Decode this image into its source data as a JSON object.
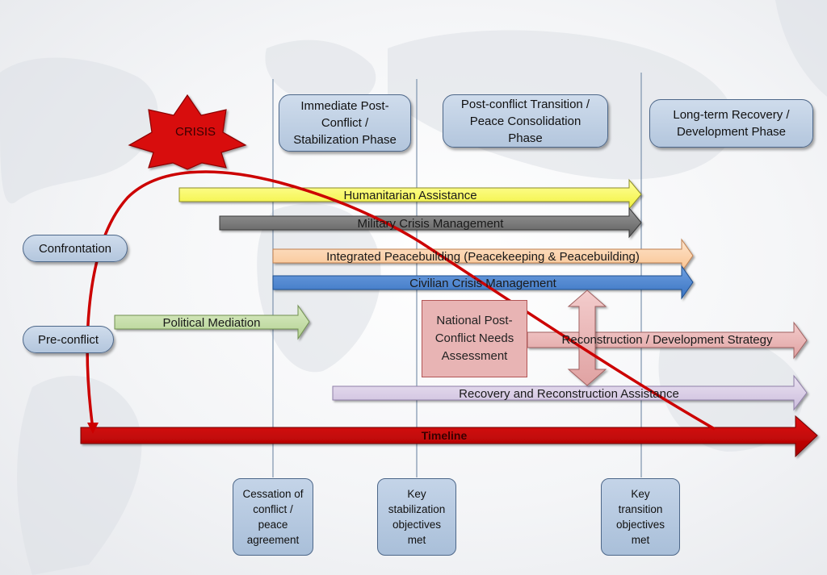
{
  "crisis": {
    "label": "CRISIS"
  },
  "phases": [
    {
      "label_lines": [
        "Immediate Post-",
        "Conflict /",
        "Stabilization Phase"
      ]
    },
    {
      "label_lines": [
        "Post-conflict Transition /",
        "Peace Consolidation",
        "Phase"
      ]
    },
    {
      "label_lines": [
        "Long-term Recovery /",
        "Development Phase"
      ]
    }
  ],
  "stages": [
    {
      "label": "Confrontation"
    },
    {
      "label": "Pre-conflict"
    }
  ],
  "arrows": [
    {
      "label": "Humanitarian Assistance",
      "color": "#ffff66"
    },
    {
      "label": "Military Crisis Management",
      "color": "#7f7f7f"
    },
    {
      "label": "Integrated Peacebuilding (Peacekeeping & Peacebuilding)",
      "color": "#fcd5b4"
    },
    {
      "label": "Civilian Crisis Management",
      "color": "#4f88d0"
    },
    {
      "label": "Political Mediation",
      "color": "#c3dba4"
    },
    {
      "label": "Reconstruction / Development Strategy",
      "color": "#e8b4b4"
    },
    {
      "label": "Recovery and Reconstruction Assistance",
      "color": "#d8cce4"
    }
  ],
  "needs_assessment": {
    "label_lines": [
      "National Post-",
      "Conflict Needs",
      "Assessment"
    ]
  },
  "timeline": {
    "label": "Timeline",
    "color": "#c00000"
  },
  "milestones": [
    {
      "label_lines": [
        "Cessation of",
        "conflict /",
        "peace",
        "agreement"
      ]
    },
    {
      "label_lines": [
        "Key",
        "stabilization",
        "objectives",
        "met"
      ]
    },
    {
      "label_lines": [
        "Key",
        "transition",
        "objectives",
        "met"
      ]
    }
  ]
}
